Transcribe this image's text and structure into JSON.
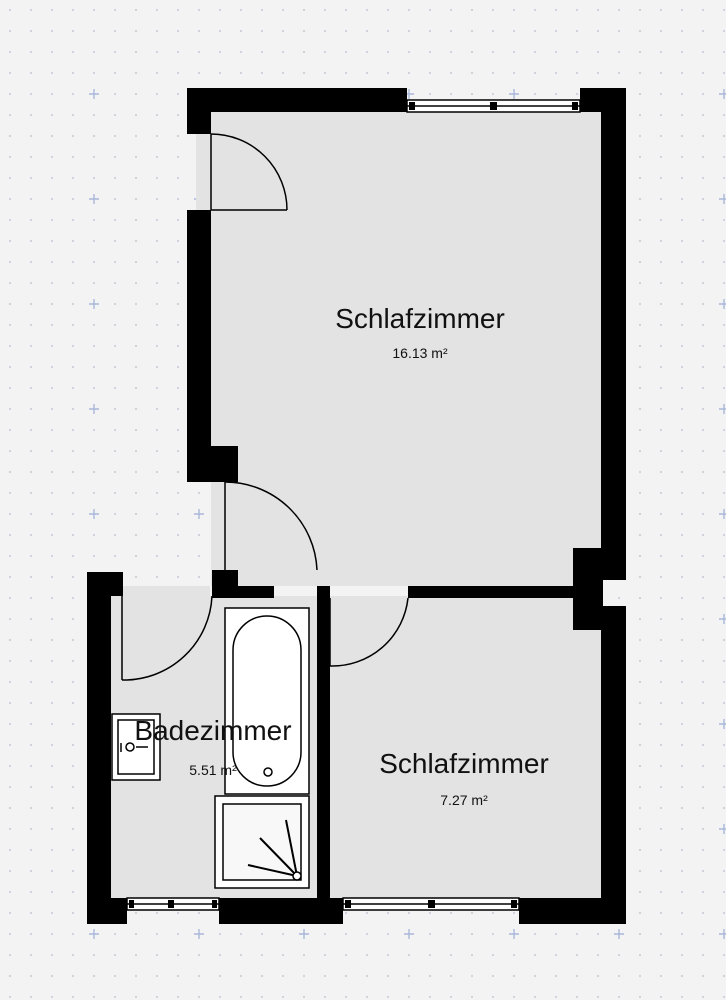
{
  "plan": {
    "background_color": "#f3f3f4",
    "floor_color": "#e3e3e4",
    "wall_color": "#000000",
    "grid_dot_color": "#c4c9d6",
    "grid_cross_color": "#a9b8d9"
  },
  "rooms": [
    {
      "id": "bedroom-large",
      "name": "Schlafzimmer",
      "area": "16.13 m²"
    },
    {
      "id": "bathroom",
      "name": "Badezimmer",
      "area": "5.51 m²"
    },
    {
      "id": "bedroom-small",
      "name": "Schlafzimmer",
      "area": "7.27 m²"
    }
  ]
}
